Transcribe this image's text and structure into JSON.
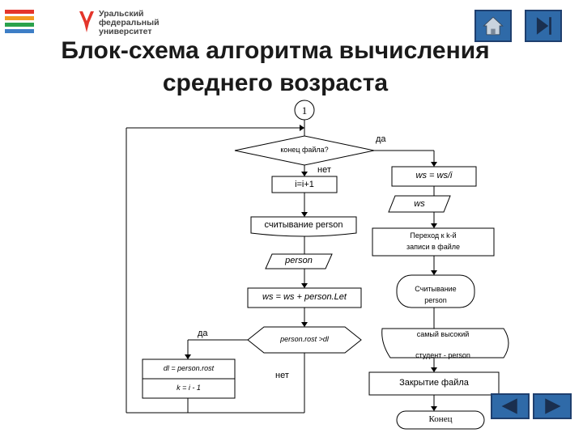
{
  "header": {
    "logo_lines": [
      "Уральский",
      "федеральный",
      "университет"
    ],
    "title_line1": "Блок-схема алгоритма вычисления",
    "title_line2": "среднего возраста"
  },
  "colors": {
    "accent": "#2f6aa8",
    "logo_stripes": [
      "#e4352b",
      "#f29a1f",
      "#2ba24c",
      "#3d7ec6"
    ]
  },
  "nav": {
    "home_icon": "home-icon",
    "last_icon": "skip-to-end-icon",
    "prev_icon": "triangle-left-icon",
    "next_icon": "triangle-right-icon"
  },
  "flowchart": {
    "connector": "1",
    "decision_eof": "конец файла?",
    "yes": "да",
    "no": "нет",
    "increment": "i=i+1",
    "read_person": "считывание person",
    "person": "person",
    "sum": "ws = ws + person.Let",
    "decision_rost": "person.rost >dl",
    "assign_dl": "dl = person.rost",
    "assign_k": "k = i - 1",
    "average": "ws = ws/i",
    "ws_output": "ws",
    "goto_line1": "Переход к k-й",
    "goto_line2": "записи в файле",
    "read2_line1": "Считывание",
    "read2_line2": "person",
    "tallest_line1": "самый высокий",
    "tallest_line2": "студент - person",
    "close_file": "Закрытие файла",
    "end": "Конец"
  }
}
